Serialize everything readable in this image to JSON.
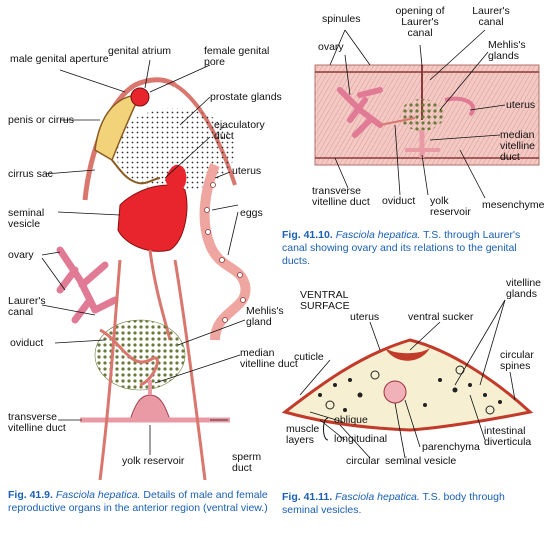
{
  "fig1": {
    "labels": {
      "male_genital_aperture": "male genital aperture",
      "genital_atrium": "genital atrium",
      "female_genital_pore": "female genital pore",
      "prostate_glands": "prostate glands",
      "penis_or_cirrus": "penis or cirrus",
      "ejaculatory_duct": "ejaculatory duct",
      "cirrus_sac": "cirrus sac",
      "uterus": "uterus",
      "seminal_vesicle": "seminal vesicle",
      "eggs": "eggs",
      "ovary": "ovary",
      "laurers_canal": "Laurer's canal",
      "mehliss_gland": "Mehlis's gland",
      "oviduct": "oviduct",
      "median_vitelline_duct": "median vitelline duct",
      "transverse_vitelline_duct": "transverse vitelline duct",
      "yolk_reservoir": "yolk reservoir",
      "sperm_duct": "sperm duct"
    },
    "caption": {
      "number": "Fig. 41.9.",
      "species": "Fasciola hepatica.",
      "text": "Details of male and female reproductive organs in the anterior region (ventral view.)"
    }
  },
  "fig2": {
    "labels": {
      "spinules": "spinules",
      "opening_laurers_canal": "opening of Laurer's canal",
      "laurers_canal": "Laurer's canal",
      "ovary": "ovary",
      "mehliss_glands": "Mehlis's glands",
      "uterus": "uterus",
      "median_vitelline_duct": "median vitelline duct",
      "transverse_vitelline_duct": "transverse vitelline duct",
      "oviduct": "oviduct",
      "yolk_reservoir": "yolk reservoir",
      "mesenchyme": "mesenchyme"
    },
    "caption": {
      "number": "Fig. 41.10.",
      "species": "Fasciola hepatica.",
      "text": "T.S. through Laurer's canal showing ovary and its relations to the genital ducts."
    }
  },
  "fig3": {
    "labels": {
      "ventral_surface": "VENTRAL SURFACE",
      "uterus": "uterus",
      "ventral_sucker": "ventral sucker",
      "vitelline_glands": "vitelline glands",
      "cuticle": "cuticle",
      "circular_spines": "circular spines",
      "intestinal_diverticula": "intestinal diverticula",
      "parenchyma": "parenchyma",
      "muscle_layers": "muscle layers",
      "oblique": "oblique",
      "longitudinal": "longitudinal",
      "circular": "circular",
      "seminal_vesicle": "seminal vesicle"
    },
    "caption": {
      "number": "Fig. 41.11.",
      "species": "Fasciola hepatica.",
      "text": "T.S. body through seminal vesicles."
    }
  }
}
